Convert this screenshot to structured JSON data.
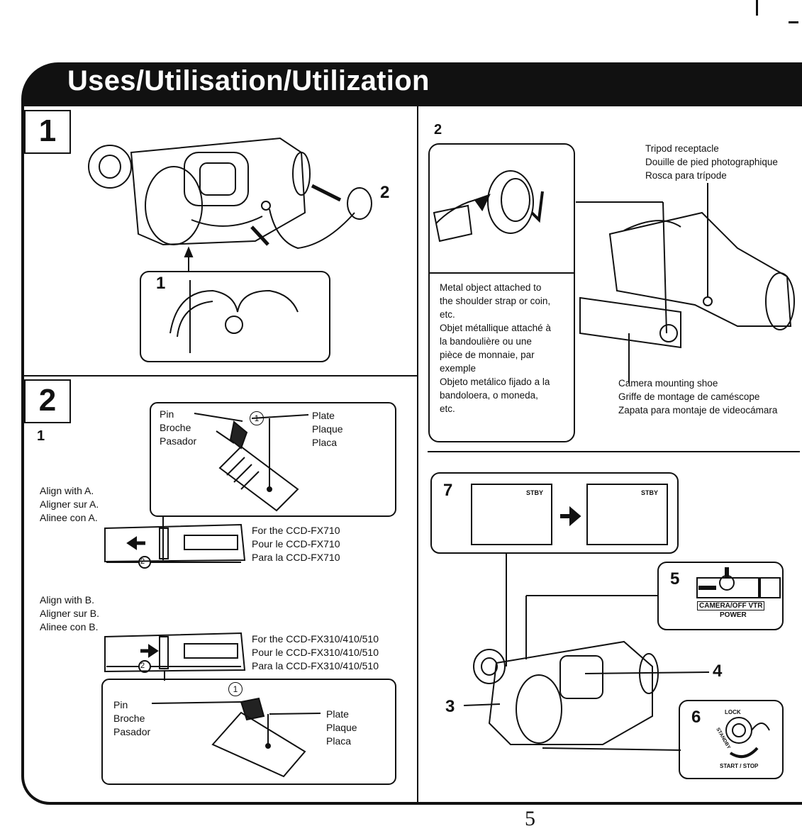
{
  "title": "Uses/Utilisation/Utilization",
  "page_number": "5",
  "section1": {
    "number": "1",
    "callout_cap": "2",
    "callout_strap": "1"
  },
  "section2_left": {
    "number": "2",
    "step": "1",
    "box_top": {
      "pin": [
        "Pin",
        "Broche",
        "Pasador"
      ],
      "plate": [
        "Plate",
        "Plaque",
        "Placa"
      ],
      "circle_one": "1"
    },
    "align_a": [
      "Align with A.",
      "Aligner sur A.",
      "Alinee con A."
    ],
    "fx710": [
      "For the CCD-FX710",
      "Pour le CCD-FX710",
      "Para la CCD-FX710"
    ],
    "circle_two_a": "2",
    "align_b": [
      "Align with B.",
      "Aligner sur B.",
      "Alinee con B."
    ],
    "fx310": [
      "For the CCD-FX310/410/510",
      "Pour le CCD-FX310/410/510",
      "Para la CCD-FX310/410/510"
    ],
    "circle_two_b": "2",
    "box_bottom": {
      "pin": [
        "Pin",
        "Broche",
        "Pasador"
      ],
      "plate": [
        "Plate",
        "Plaque",
        "Placa"
      ],
      "circle_one": "1"
    }
  },
  "section2_right": {
    "number": "2",
    "metal_object": [
      "Metal object attached to",
      "the shoulder strap or coin,",
      "etc.",
      "Objet métallique attaché à",
      "la bandoulière ou une",
      "pièce de monnaie, par",
      "exemple",
      "Objeto metálico fijado a la",
      "bandoloera, o moneda,",
      "etc."
    ],
    "tripod": [
      "Tripod receptacle",
      "Douille de pied photographique",
      "Rosca para trípode"
    ],
    "mounting_shoe": [
      "Camera mounting shoe",
      "Griffe de montage de caméscope",
      "Zapata para montaje de videocámara"
    ]
  },
  "section_bottom_right": {
    "step7": "7",
    "stby_left": "STBY",
    "stby_right": "STBY",
    "step5": "5",
    "switch_labels": "CAMERA/OFF VTR",
    "power": "POWER",
    "step6": "6",
    "lock": "LOCK",
    "standby": "STANDBY",
    "start_stop": "START / STOP",
    "step3": "3",
    "step4": "4"
  }
}
